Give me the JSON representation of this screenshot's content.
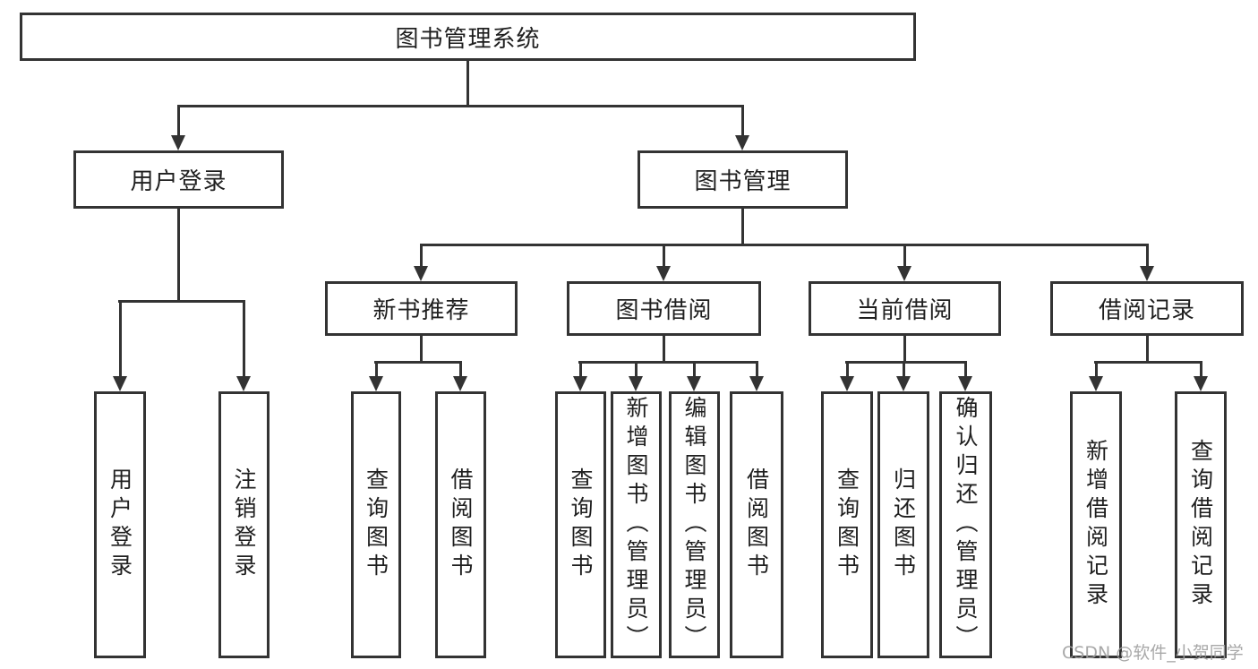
{
  "diagram": {
    "root": {
      "id": "system",
      "label": "图书管理系统"
    },
    "level1": [
      {
        "id": "user-login",
        "label": "用户登录",
        "parent": "system"
      },
      {
        "id": "book-management",
        "label": "图书管理",
        "parent": "system"
      }
    ],
    "level2": [
      {
        "id": "new-book-recommend",
        "label": "新书推荐",
        "parent": "book-management"
      },
      {
        "id": "book-borrow",
        "label": "图书借阅",
        "parent": "book-management"
      },
      {
        "id": "current-borrow",
        "label": "当前借阅",
        "parent": "book-management"
      },
      {
        "id": "borrow-records",
        "label": "借阅记录",
        "parent": "book-management"
      }
    ],
    "leaves": [
      {
        "id": "leaf-user-login",
        "label": "用户登录",
        "parent": "user-login"
      },
      {
        "id": "leaf-logout",
        "label": "注销登录",
        "parent": "user-login"
      },
      {
        "id": "leaf-query-books-recommend",
        "label": "查询图书",
        "parent": "new-book-recommend"
      },
      {
        "id": "leaf-borrow-books-recommend",
        "label": "借阅图书",
        "parent": "new-book-recommend"
      },
      {
        "id": "leaf-query-books-borrow",
        "label": "查询图书",
        "parent": "book-borrow"
      },
      {
        "id": "leaf-add-books-admin",
        "label": "新增图书（管理员）",
        "parent": "book-borrow"
      },
      {
        "id": "leaf-edit-books-admin",
        "label": "编辑图书（管理员）",
        "parent": "book-borrow"
      },
      {
        "id": "leaf-borrow-books",
        "label": "借阅图书",
        "parent": "book-borrow"
      },
      {
        "id": "leaf-query-books-current",
        "label": "查询图书",
        "parent": "current-borrow"
      },
      {
        "id": "leaf-return-books",
        "label": "归还图书",
        "parent": "current-borrow"
      },
      {
        "id": "leaf-confirm-return-admin",
        "label": "确认归还（管理员）",
        "parent": "current-borrow"
      },
      {
        "id": "leaf-add-borrow-record",
        "label": "新增借阅记录",
        "parent": "borrow-records"
      },
      {
        "id": "leaf-query-borrow-record",
        "label": "查询借阅记录",
        "parent": "borrow-records"
      }
    ]
  },
  "watermark": {
    "text": "CSDN @软件_小贺同学"
  },
  "colors": {
    "line": "#333333",
    "border": "#333333",
    "text": "#1f1f1f",
    "watermark": "#9e9e9e",
    "background": "#ffffff"
  }
}
